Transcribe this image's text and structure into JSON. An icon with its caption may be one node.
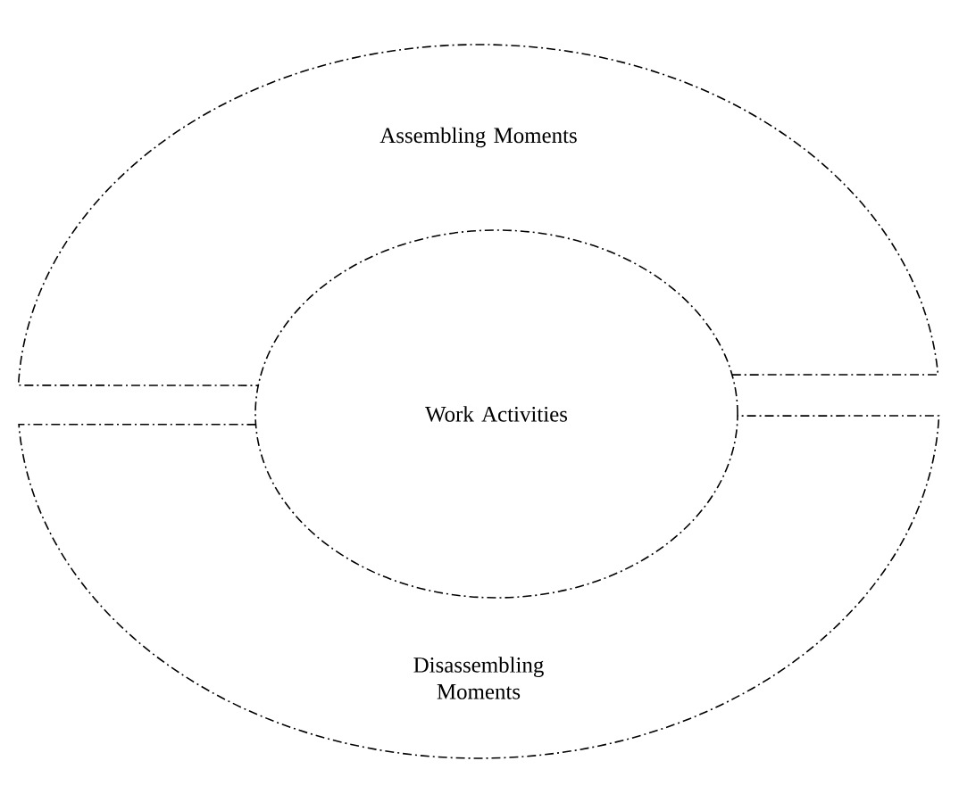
{
  "diagram": {
    "nodes": [
      {
        "text": [
          "Assembling Moments"
        ]
      },
      {
        "text": [
          "Work Activities"
        ]
      },
      {
        "text": [
          "Disassembling Moments"
        ]
      }
    ]
  }
}
